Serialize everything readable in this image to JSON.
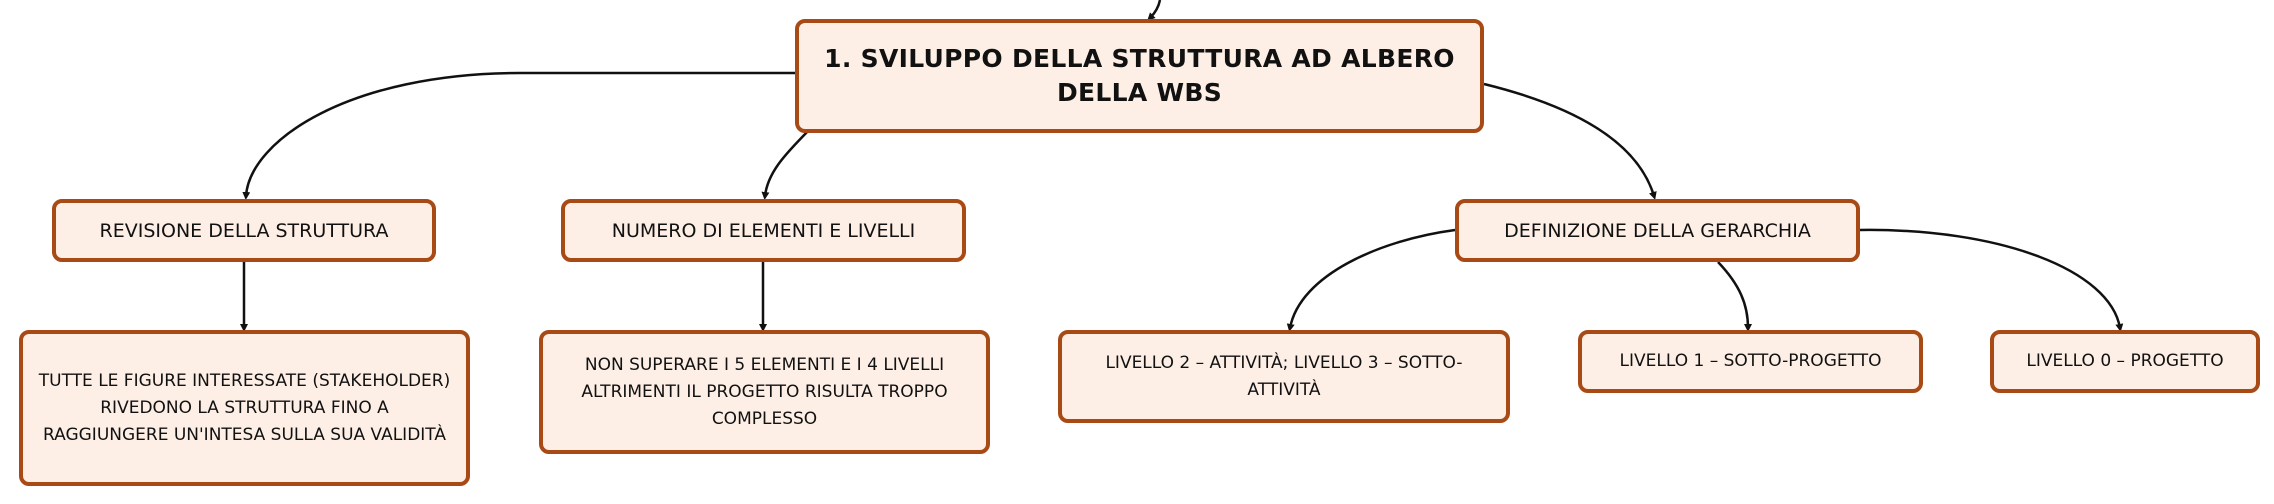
{
  "root": {
    "label": "1. SVILUPPO DELLA STRUTTURA AD ALBERO DELLA WBS"
  },
  "branches": [
    {
      "label": "REVISIONE DELLA STRUTTURA",
      "children": [
        "TUTTE LE FIGURE INTERESSATE (STAKEHOLDER) RIVEDONO LA STRUTTURA FINO A RAGGIUNGERE UN'INTESA SULLA SUA VALIDITÀ"
      ]
    },
    {
      "label": "NUMERO DI ELEMENTI E LIVELLI",
      "children": [
        "NON SUPERARE I 5 ELEMENTI E I 4 LIVELLI ALTRIMENTI IL PROGETTO RISULTA TROPPO COMPLESSO"
      ]
    },
    {
      "label": "DEFINIZIONE DELLA GERARCHIA",
      "children": [
        "LIVELLO 2 – ATTIVITÀ; LIVELLO 3 – SOTTO-ATTIVITÀ",
        "LIVELLO 1 – SOTTO-PROGETTO",
        "LIVELLO 0 – PROGETTO"
      ]
    }
  ],
  "colors": {
    "node_fill": "#fdefe6",
    "node_border": "#a84a15",
    "connector": "#111111"
  }
}
